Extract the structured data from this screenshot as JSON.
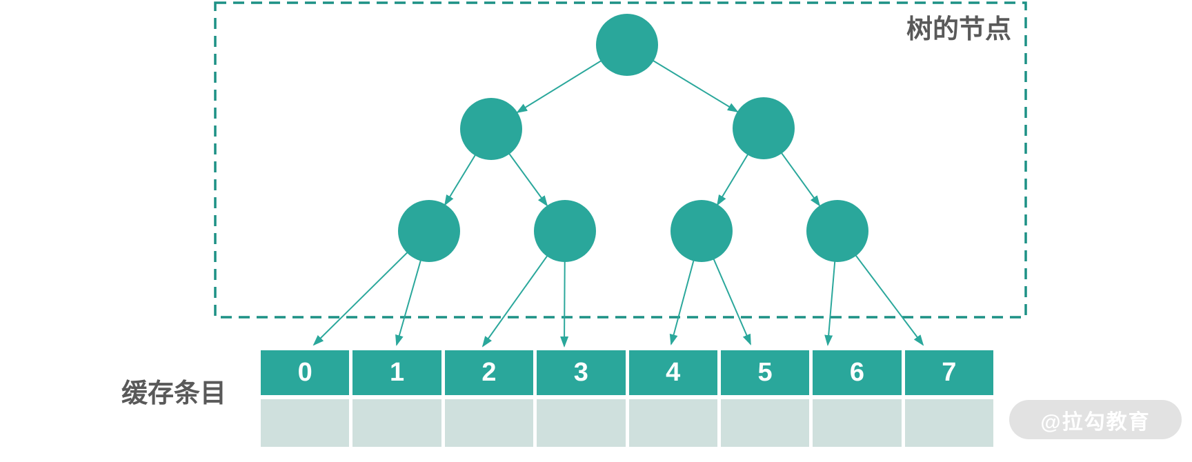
{
  "labels": {
    "tree_nodes": "树的节点",
    "cache_entries": "缓存条目",
    "watermark": "@拉勾教育"
  },
  "cache_table": {
    "cells": [
      "0",
      "1",
      "2",
      "3",
      "4",
      "5",
      "6",
      "7"
    ],
    "empty_row_cell_count": 8
  },
  "tree": {
    "type": "binary-tree",
    "levels": [
      1,
      2,
      4
    ],
    "node_count": 7,
    "leaf_to_cache_mapping": [
      [
        0,
        1
      ],
      [
        2,
        3
      ],
      [
        4,
        5
      ],
      [
        6,
        7
      ]
    ]
  },
  "colors": {
    "teal": "#2aa79b",
    "dashed_border": "#1d9185",
    "empty_cell": "#cfe0dd",
    "label_text": "#595959",
    "watermark_bg": "#e2e2e2",
    "watermark_text": "#ffffff"
  }
}
